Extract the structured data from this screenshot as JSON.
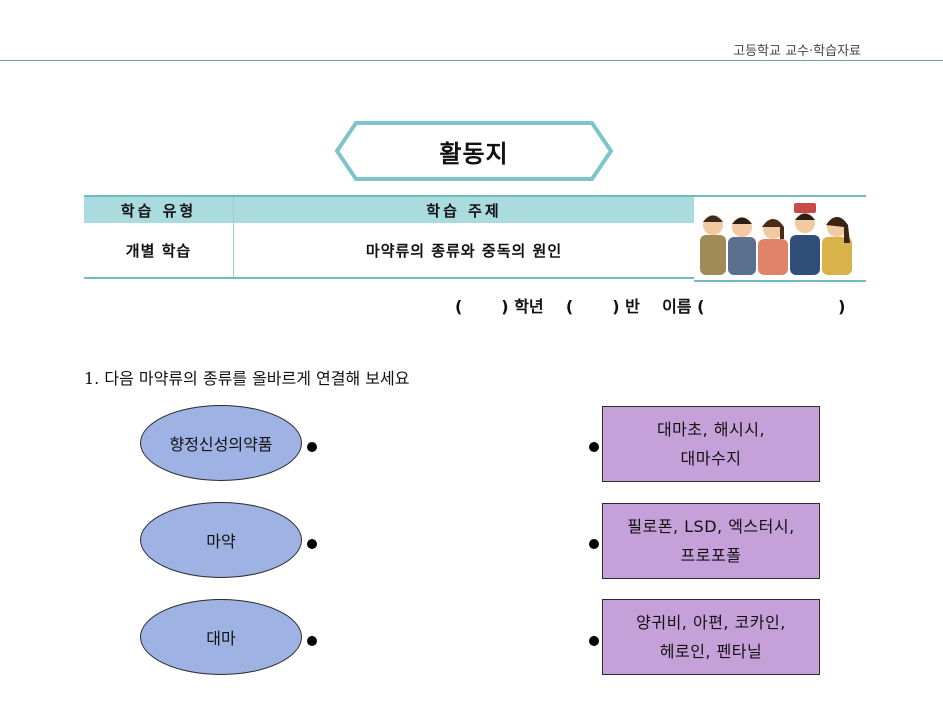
{
  "header": {
    "text": "고등학교 교수·학습자료"
  },
  "title": "활동지",
  "info_table": {
    "col1_header": "학습 유형",
    "col2_header": "학습 주제",
    "col1_value": "개별 학습",
    "col2_value": "마약류의 종류와 중독의 원인"
  },
  "student_line": "(       ) 학년    (       ) 반    이름 (                        )",
  "question": "1. 다음 마약류의 종류를 올바르게 연결해 보세요",
  "left_items": [
    "향정신성의약품",
    "마약",
    "대마"
  ],
  "right_items": [
    {
      "line1": "대마초, 해시시,",
      "line2": "대마수지"
    },
    {
      "line1": "필로폰, LSD, 엑스터시,",
      "line2": "프로포폴"
    },
    {
      "line1": "양귀비, 아편, 코카인,",
      "line2": "헤로인, 펜타닐"
    }
  ],
  "colors": {
    "teal_header": "#a9dbdf",
    "ellipse_fill": "#9eb3e3",
    "box_fill": "#c6a0d8"
  }
}
